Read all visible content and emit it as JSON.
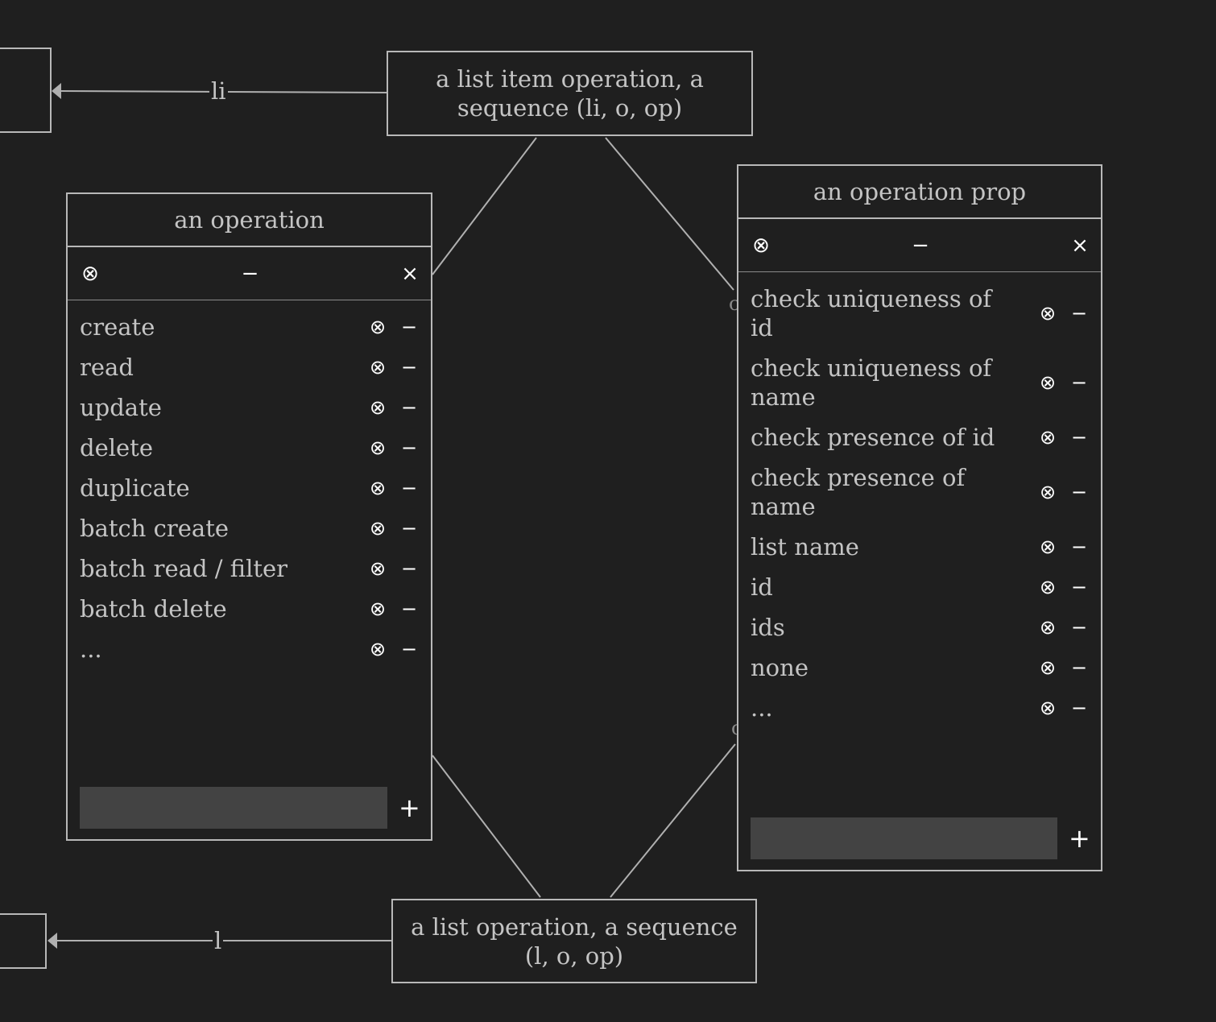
{
  "nodes": {
    "list_item_operation": "a list item operation, a sequence (li, o, op)",
    "list_operation": "a list operation, a sequence (l, o, op)"
  },
  "edges": {
    "li_label": "li",
    "l_label": "l"
  },
  "operation_panel": {
    "title": "an operation",
    "controls": {
      "clear": "⊗",
      "collapse": "−",
      "close": "×"
    },
    "items": [
      "create",
      "read",
      "update",
      "delete",
      "duplicate",
      "batch create",
      "batch read / filter",
      "batch delete",
      "..."
    ],
    "item_remove": "⊗",
    "item_collapse": "−",
    "add_value": "",
    "add_symbol": "+"
  },
  "operation_prop_panel": {
    "title": "an operation prop",
    "controls": {
      "clear": "⊗",
      "collapse": "−",
      "close": "×"
    },
    "items": [
      "check uniqueness of id",
      "check uniqueness of name",
      "check presence of id",
      "check presence of name",
      "list name",
      "id",
      "ids",
      "none",
      "..."
    ],
    "item_remove": "⊗",
    "item_collapse": "−",
    "add_value": "",
    "add_symbol": "+"
  },
  "colors": {
    "background": "#1f1f1f",
    "stroke": "#b8b8b8",
    "text": "#c4c4c4",
    "input_fill": "#434343"
  }
}
